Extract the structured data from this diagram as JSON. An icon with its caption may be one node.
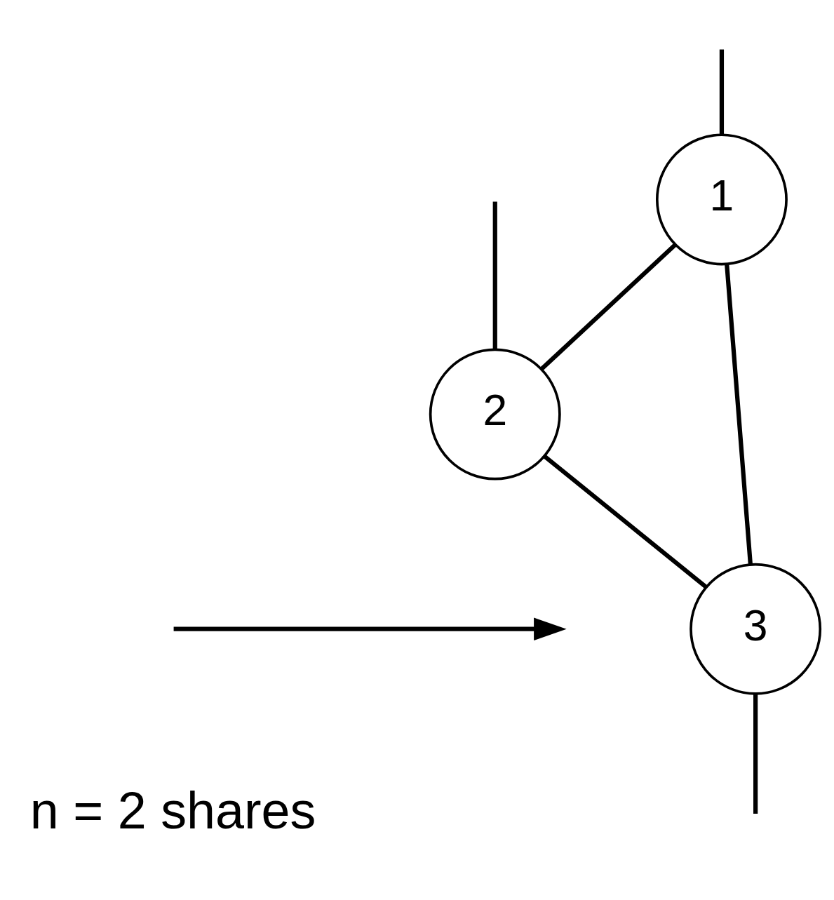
{
  "diagram": {
    "nodes": [
      {
        "text": [
          "1"
        ]
      },
      {
        "text": [
          "2"
        ]
      },
      {
        "text": [
          "3"
        ]
      }
    ],
    "edges": [
      {
        "from": null,
        "to": 0,
        "arrow": "none"
      },
      {
        "from": null,
        "to": 1,
        "arrow": "none"
      },
      {
        "from": 0,
        "to": 1,
        "arrow": "none"
      },
      {
        "from": 0,
        "to": 2,
        "arrow": "none"
      },
      {
        "from": 1,
        "to": 2,
        "arrow": "none"
      },
      {
        "from": 2,
        "to": null,
        "arrow": "none"
      }
    ],
    "labels": [
      "n = 2 shares"
    ]
  }
}
